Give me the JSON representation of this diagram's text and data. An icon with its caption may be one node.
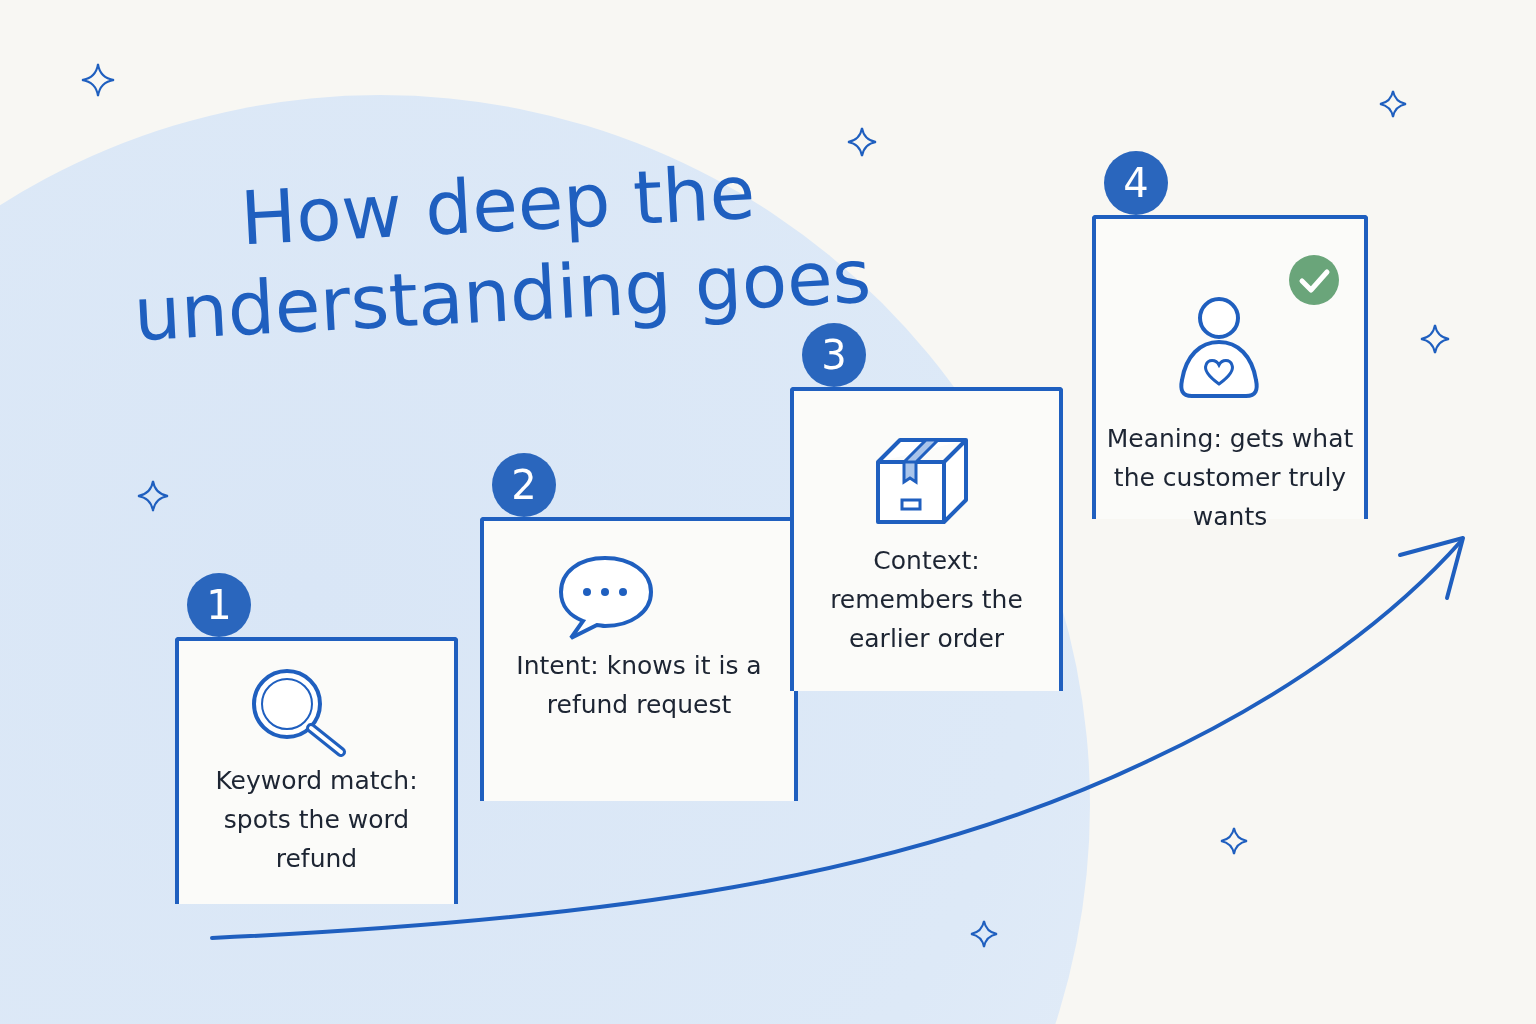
{
  "diagram": {
    "title": "How deep the understanding goes",
    "nodes": [
      {
        "text": [
          "1",
          "Keyword match: spots the word refund"
        ]
      },
      {
        "text": [
          "2",
          "Intent: knows it is a refund request"
        ]
      },
      {
        "text": [
          "3",
          "Context: remembers the earlier order"
        ]
      },
      {
        "text": [
          "4",
          "Meaning: gets what the customer truly wants"
        ]
      }
    ]
  }
}
